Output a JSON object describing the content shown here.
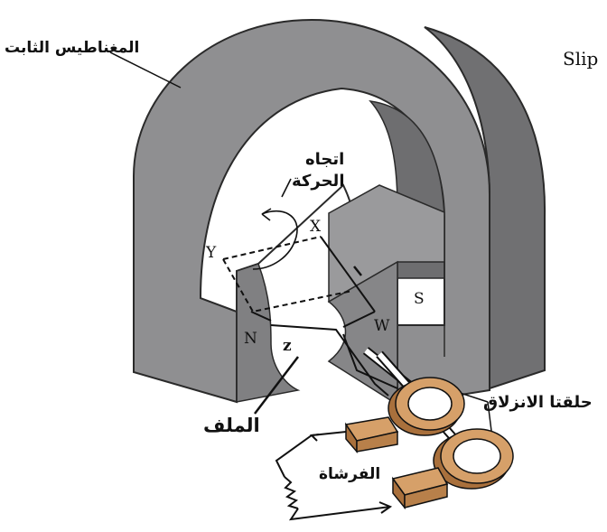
{
  "labels": {
    "fixed_magnet": "المغناطيس الثابت",
    "slip_partial": "Slip",
    "direction_of_motion_line1": "اتجاه",
    "direction_of_motion_line2": "الحركة",
    "coil": "الملف",
    "slip_rings": "حلقتا الانزلاق",
    "brush": "الفرشاة"
  },
  "points": {
    "x": "X",
    "y": "Y",
    "w": "W",
    "z": "z",
    "n": "N",
    "s": "S"
  },
  "colors": {
    "magnet_face": "#8f8f91",
    "magnet_side": "#6f6f71",
    "magnet_outline": "#2a2a2a",
    "ring_copper": "#d6a069",
    "ring_dark": "#a9703c",
    "wire": "#111111",
    "background": "#ffffff"
  }
}
